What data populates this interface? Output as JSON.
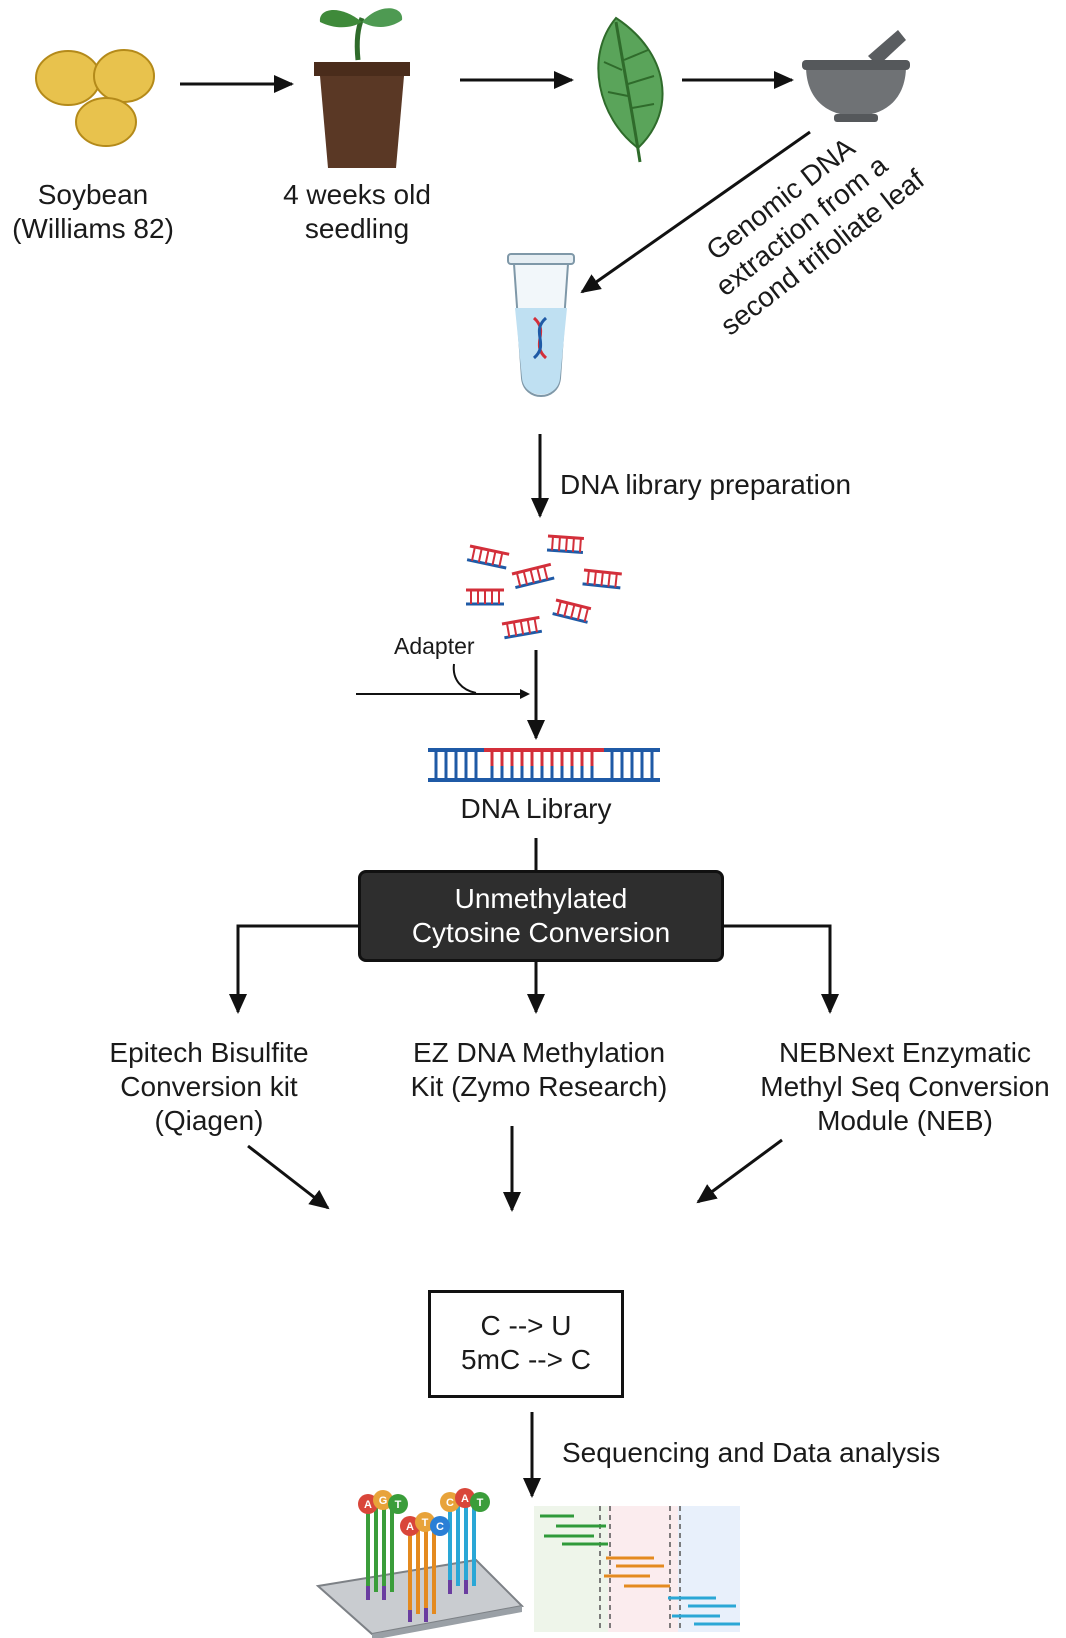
{
  "steps": {
    "soybean": {
      "line1": "Soybean",
      "line2": "(Williams 82)"
    },
    "seedling": {
      "line1": "4 weeks old",
      "line2": "seedling"
    },
    "extraction": {
      "line1": "Genomic DNA",
      "line2": "extraction from a",
      "line3": "second trifoliate leaf"
    },
    "library_prep": "DNA library preparation",
    "adapter": "Adapter",
    "dna_library": "DNA Library",
    "conversion": {
      "line1": "Unmethylated",
      "line2": "Cytosine Conversion"
    },
    "sequencing": "Sequencing and Data analysis"
  },
  "methods": [
    {
      "lines": [
        "Epitech Bisulfite",
        "Conversion kit",
        "(Qiagen)"
      ]
    },
    {
      "lines": [
        "EZ DNA Methylation",
        "Kit (Zymo Research)"
      ]
    },
    {
      "lines": [
        "NEBNext Enzymatic",
        "Methyl Seq Conversion",
        "Module (NEB)"
      ]
    }
  ],
  "result_box": {
    "line1": "C --> U",
    "line2": "5mC --> C"
  },
  "sequencer_bases": [
    "A",
    "G",
    "T",
    "A",
    "T",
    "C",
    "C",
    "A",
    "T"
  ],
  "colors": {
    "strand_red": "#d32f3a",
    "strand_blue": "#1f5aa6",
    "seed": "#e8c24d",
    "leaf": "#4e9a52",
    "pot": "#5a3825",
    "mortar": "#6f7275",
    "tube_liquid": "#bfe0f2",
    "dark_box": "#2e2e2e"
  },
  "icons": [
    "soybean-seeds-icon",
    "seedling-pot-icon",
    "leaf-icon",
    "mortar-pestle-icon",
    "microtube-icon",
    "dna-fragments-icon",
    "dna-library-icon",
    "sequencer-icon",
    "alignment-view-icon"
  ]
}
